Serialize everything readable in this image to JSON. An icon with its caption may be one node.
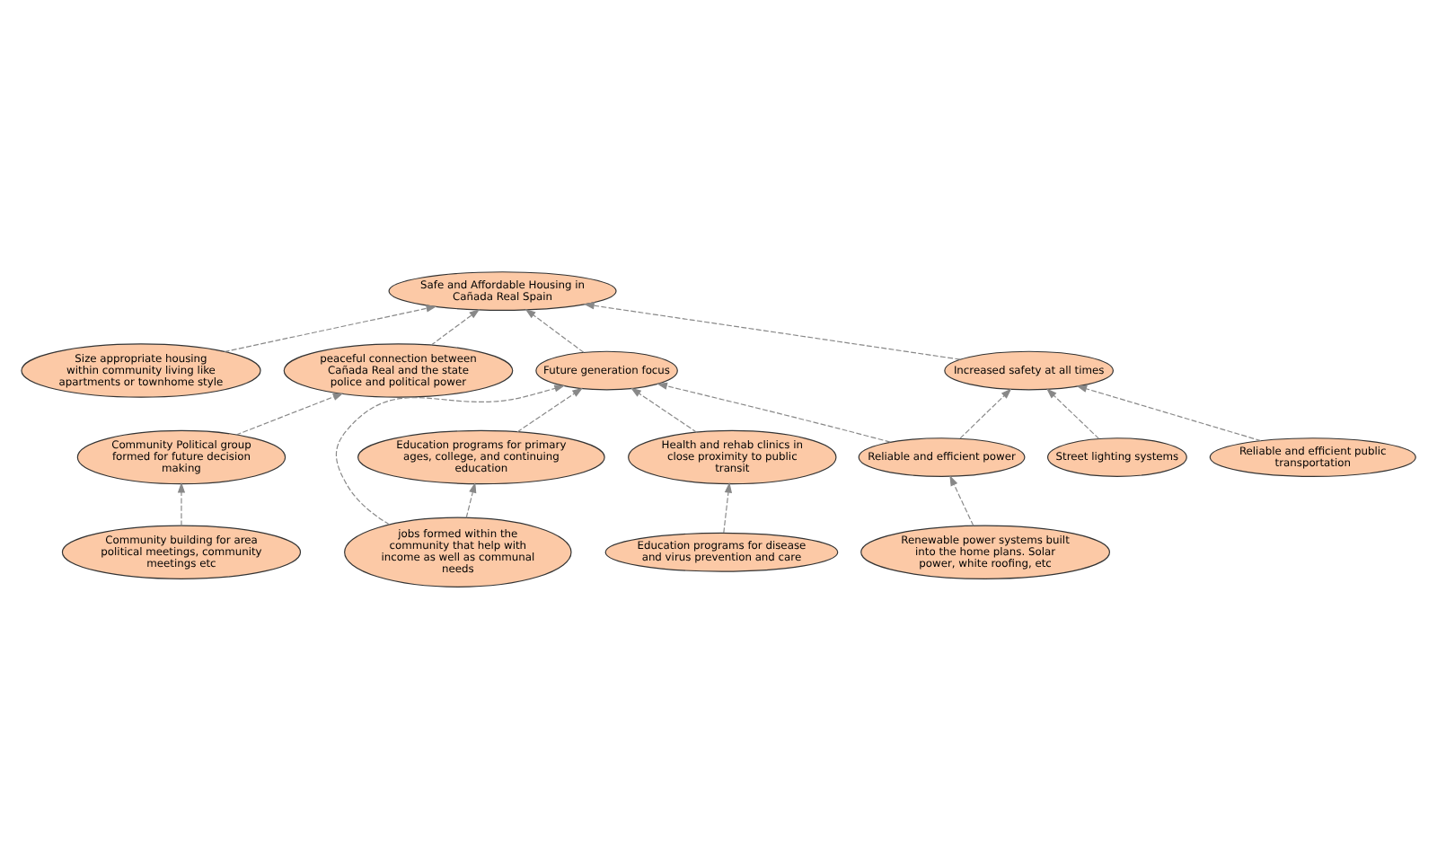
{
  "diagram": {
    "nodes": [
      {
        "text": [
          "Safe and Affordable Housing in Cañada Real Spain"
        ]
      },
      {
        "text": [
          "Size appropriate housing within community living like apartments or townhome style"
        ]
      },
      {
        "text": [
          "peaceful connection between Cañada Real and the state police and political power"
        ]
      },
      {
        "text": [
          "Increased safety at all times"
        ]
      },
      {
        "text": [
          "Future generation focus"
        ]
      },
      {
        "text": [
          "Education programs for primary ages, college, and continuing education"
        ]
      },
      {
        "text": [
          "Reliable and efficient power"
        ]
      },
      {
        "text": [
          "Street lighting systems"
        ]
      },
      {
        "text": [
          "Community Political group formed for future decision making"
        ]
      },
      {
        "text": [
          "Reliable and efficient public transportation"
        ]
      },
      {
        "text": [
          "Health and rehab clinics in close proximity to public transit"
        ]
      },
      {
        "text": [
          "Renewable power systems built into the home plans. Solar power, white roofing, etc"
        ]
      },
      {
        "text": [
          "Community building for area political meetings, community meetings etc"
        ]
      },
      {
        "text": [
          "jobs formed within the community that help with income as well as communal needs"
        ]
      },
      {
        "text": [
          "Education programs for disease and virus prevention and care"
        ]
      }
    ],
    "edges": [
      {
        "from": 1,
        "to": 0,
        "arrow": "to",
        "style": "dashed"
      },
      {
        "from": 2,
        "to": 0,
        "arrow": "to",
        "style": "dashed"
      },
      {
        "from": 3,
        "to": 0,
        "arrow": "to",
        "style": "dashed"
      },
      {
        "from": 4,
        "to": 0,
        "arrow": "to",
        "style": "dashed"
      },
      {
        "from": 8,
        "to": 2,
        "arrow": "to",
        "style": "dashed"
      },
      {
        "from": 12,
        "to": 8,
        "arrow": "to",
        "style": "dashed"
      },
      {
        "from": 6,
        "to": 3,
        "arrow": "to",
        "style": "dashed"
      },
      {
        "from": 7,
        "to": 3,
        "arrow": "to",
        "style": "dashed"
      },
      {
        "from": 9,
        "to": 3,
        "arrow": "to",
        "style": "dashed"
      },
      {
        "from": 6,
        "to": 4,
        "arrow": "to",
        "style": "dashed"
      },
      {
        "from": 5,
        "to": 4,
        "arrow": "to",
        "style": "dashed"
      },
      {
        "from": 10,
        "to": 4,
        "arrow": "to",
        "style": "dashed"
      },
      {
        "from": 13,
        "to": 4,
        "arrow": "to",
        "style": "dashed"
      },
      {
        "from": 13,
        "to": 5,
        "arrow": "to",
        "style": "dashed"
      },
      {
        "from": 11,
        "to": 6,
        "arrow": "to",
        "style": "dashed"
      },
      {
        "from": 14,
        "to": 10,
        "arrow": "to",
        "style": "dashed"
      }
    ]
  }
}
